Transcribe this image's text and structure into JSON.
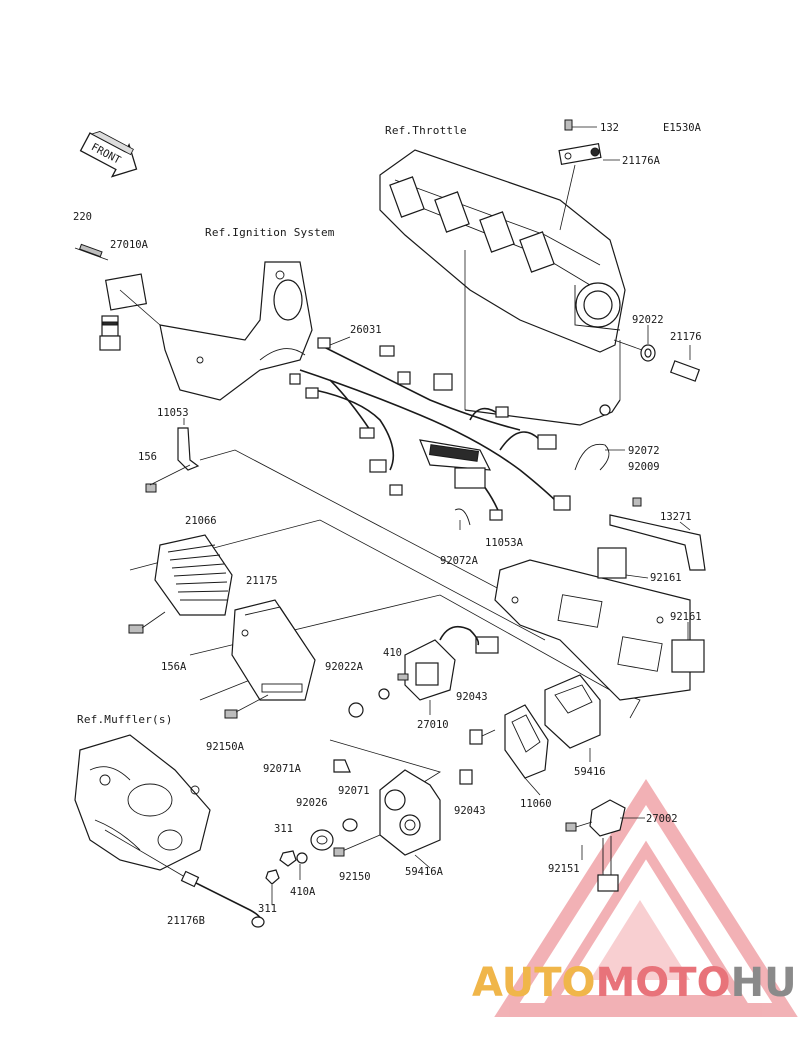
{
  "diagram_code": "E1530A",
  "front_label": "FRONT",
  "references": {
    "throttle": "Ref.Throttle",
    "ignition": "Ref.Ignition System",
    "muffler": "Ref.Muffler(s)"
  },
  "part_numbers": {
    "p132": "132",
    "p21176A": "21176A",
    "p220": "220",
    "p27010A": "27010A",
    "p26031": "26031",
    "p92022": "92022",
    "p21176": "21176",
    "p11053": "11053",
    "p156": "156",
    "p92072": "92072",
    "p92009": "92009",
    "p92072A": "92072A",
    "p11053A": "11053A",
    "p13271": "13271",
    "p21066": "21066",
    "p21175": "21175",
    "p92161a": "92161",
    "p92161b": "92161",
    "p156A": "156A",
    "p410": "410",
    "p92022A": "92022A",
    "p27010": "27010",
    "p92043a": "92043",
    "p92150A": "92150A",
    "p92071A": "92071A",
    "p59416": "59416",
    "p92071": "92071",
    "p92026": "92026",
    "p92043b": "92043",
    "p11060": "11060",
    "p27002": "27002",
    "p311a": "311",
    "p92151": "92151",
    "p410A": "410A",
    "p92150": "92150",
    "p59416A": "59416A",
    "p21176B": "21176B",
    "p311b": "311"
  },
  "watermark": {
    "part1": "AUTO",
    "part2": "MOTO",
    "part3": "HUB",
    "color1": "#f0b64a",
    "color2": "#e8737a",
    "color3": "#8a8a8a"
  }
}
